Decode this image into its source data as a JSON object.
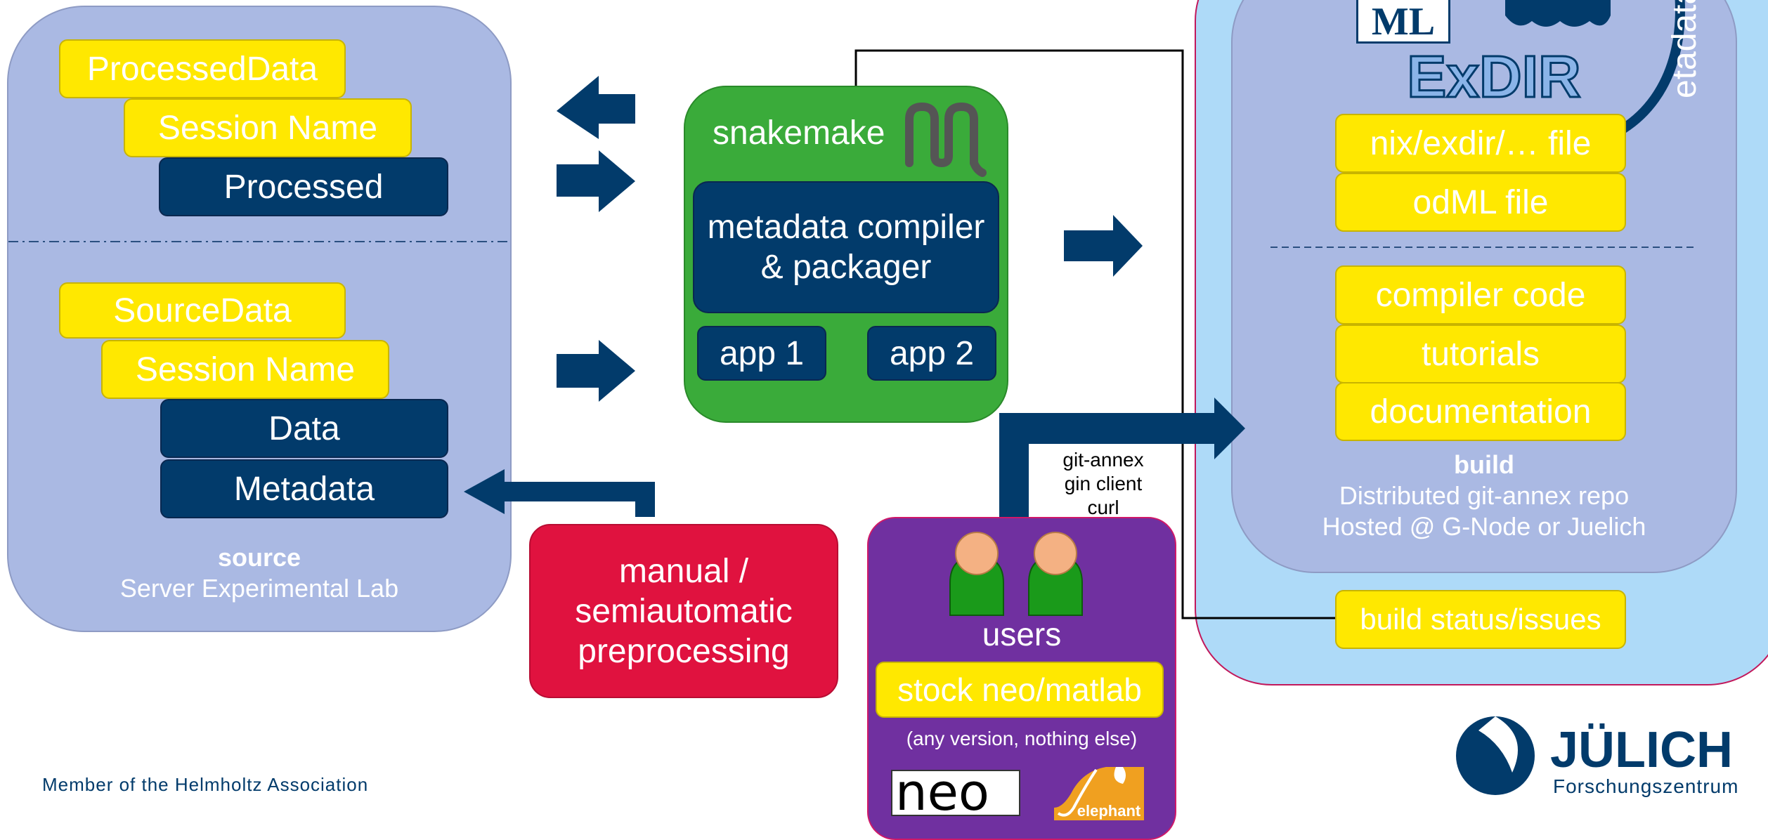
{
  "source": {
    "items": [
      "ProcessedData",
      "Session Name",
      "Processed",
      "SourceData",
      "Session Name",
      "Data",
      "Metadata"
    ],
    "caption_title": "source",
    "caption_sub": "Server Experimental Lab"
  },
  "pipeline": {
    "title": "snakemake",
    "compiler": "metadata compiler & packager",
    "apps": [
      "app 1",
      "app 2"
    ]
  },
  "manual": "manual / semiautomatic preprocessing",
  "build": {
    "logos": [
      "ML",
      "ExDIR"
    ],
    "side_text": "etadata",
    "files": [
      "nix/exdir/… file",
      "odML file"
    ],
    "content": [
      "compiler code",
      "tutorials",
      "documentation"
    ],
    "caption_title": "build",
    "caption_line1": "Distributed git-annex repo",
    "caption_line2": "Hosted @ G-Node or Juelich",
    "status": "build status/issues"
  },
  "tools": [
    "git-annex",
    "gin client",
    "curl"
  ],
  "users": {
    "label": "users",
    "env": "stock neo/matlab",
    "note": "(any version, nothing else)",
    "logos": [
      "neo",
      "elephant"
    ]
  },
  "footer": {
    "member": "Member of the Helmholtz Association",
    "brand": "JÜLICH",
    "brand_sub": "Forschungszentrum"
  },
  "colors": {
    "navy": "#023b6b",
    "yellow": "#ffe800",
    "green": "#3aab3a",
    "red": "#e0123f",
    "purple": "#7030a0",
    "panel": "#aab9e3",
    "light_blue": "#aedaf8"
  }
}
